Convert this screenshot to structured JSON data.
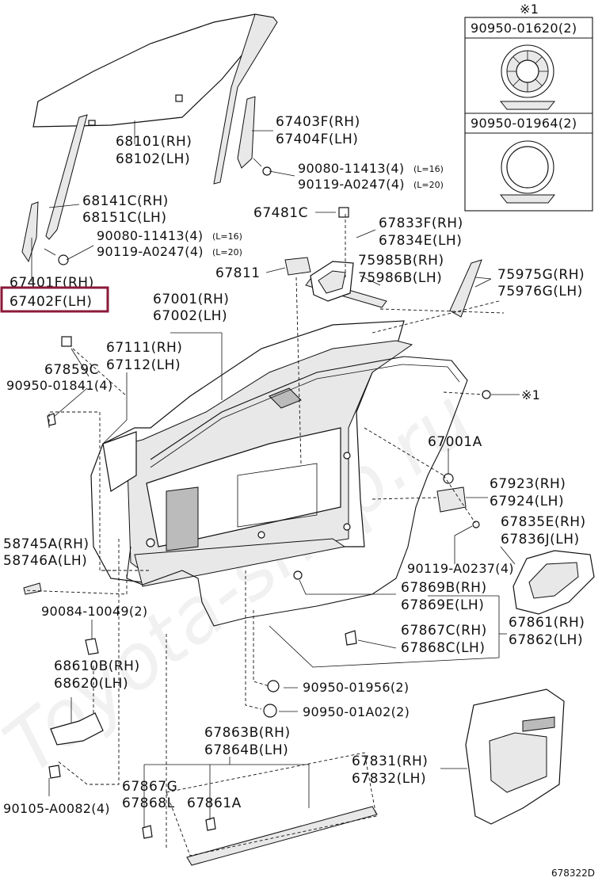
{
  "diagram_code": "678322D",
  "watermark": "Toyota-shop.ru",
  "inset": {
    "note": "※1",
    "part_top": "90950-01620(2)",
    "part_bottom": "90950-01964(2)"
  },
  "labels": {
    "p68101": "68101(RH)",
    "p68102": "68102(LH)",
    "p67403F": "67403F(RH)",
    "p67404F": "67404F(LH)",
    "p90080_a": "90080-11413(4)",
    "p90080_a_note": "(L=16)",
    "p90119_a": "90119-A0247(4)",
    "p90119_a_note": "(L=20)",
    "p68141C": "68141C(RH)",
    "p68151C": "68151C(LH)",
    "p90080_b": "90080-11413(4)",
    "p90080_b_note": "(L=16)",
    "p90119_b": "90119-A0247(4)",
    "p90119_b_note": "(L=20)",
    "p67401F": "67401F(RH)",
    "p67402F": "67402F(LH)",
    "p67481C": "67481C",
    "p67833F": "67833F(RH)",
    "p67834E": "67834E(LH)",
    "p67811": "67811",
    "p75985B": "75985B(RH)",
    "p75986B": "75986B(LH)",
    "p75975G": "75975G(RH)",
    "p75976G": "75976G(LH)",
    "p67001": "67001(RH)",
    "p67002": "67002(LH)",
    "p67111": "67111(RH)",
    "p67112": "67112(LH)",
    "p67859C": "67859C",
    "p90950_01841": "90950-01841(4)",
    "note_mark": "※1",
    "p67001A": "67001A",
    "p67923": "67923(RH)",
    "p67924": "67924(LH)",
    "p67835E": "67835E(RH)",
    "p67836J": "67836J(LH)",
    "p90119_a0237": "90119-A0237(4)",
    "p58745A": "58745A(RH)",
    "p58746A": "58746A(LH)",
    "p67869B": "67869B(RH)",
    "p67869E": "67869E(LH)",
    "p67861": "67861(RH)",
    "p67862": "67862(LH)",
    "p67867C": "67867C(RH)",
    "p67868C": "67868C(LH)",
    "p90084": "90084-10049(2)",
    "p68610B": "68610B(RH)",
    "p68620": "68620(LH)",
    "p90950_01956": "90950-01956(2)",
    "p90950_01A02": "90950-01A02(2)",
    "p67863B": "67863B(RH)",
    "p67864B": "67864B(LH)",
    "p67831": "67831(RH)",
    "p67832": "67832(LH)",
    "p67867G": "67867G",
    "p67868L": "67868L",
    "p67861A": "67861A",
    "p90105": "90105-A0082(4)"
  },
  "colors": {
    "highlight": "#8b1a3a",
    "line": "#111111"
  }
}
